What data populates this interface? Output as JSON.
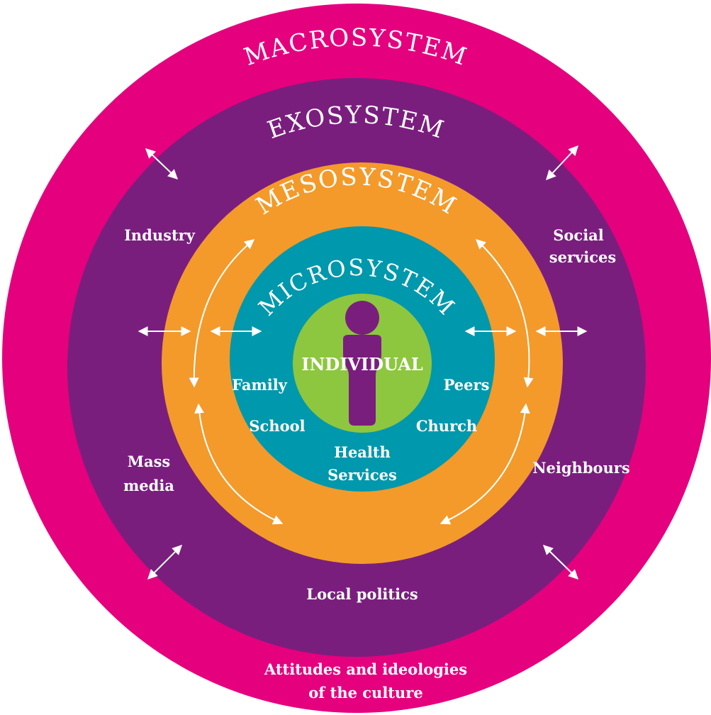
{
  "diagram": {
    "colors": {
      "macrosystem": "#E5007E",
      "exosystem": "#7A1E7E",
      "mesosystem": "#F39A2B",
      "microsystem": "#0098AC",
      "individual": "#8DC63F",
      "person": "#7A1E7E",
      "text": "#FFFFFF"
    },
    "titles": {
      "macrosystem": "MACROSYSTEM",
      "exosystem": "EXOSYSTEM",
      "mesosystem": "MESOSYSTEM",
      "microsystem": "MICROSYSTEM"
    },
    "center": {
      "label": "INDIVIDUAL",
      "icon": "person-icon"
    },
    "micro_items": {
      "family": "Family",
      "peers": "Peers",
      "school": "School",
      "church": "Church",
      "health_line1": "Health",
      "health_line2": "Services"
    },
    "exo_items": {
      "industry": "Industry",
      "social_line1": "Social",
      "social_line2": "services",
      "mass_line1": "Mass",
      "mass_line2": "media",
      "neighbours": "Neighbours",
      "local_politics": "Local politics"
    },
    "macro_items": {
      "attitudes_line1": "Attitudes and ideologies",
      "attitudes_line2": "of the culture"
    },
    "arrow_icon": "double-arrow-icon"
  }
}
